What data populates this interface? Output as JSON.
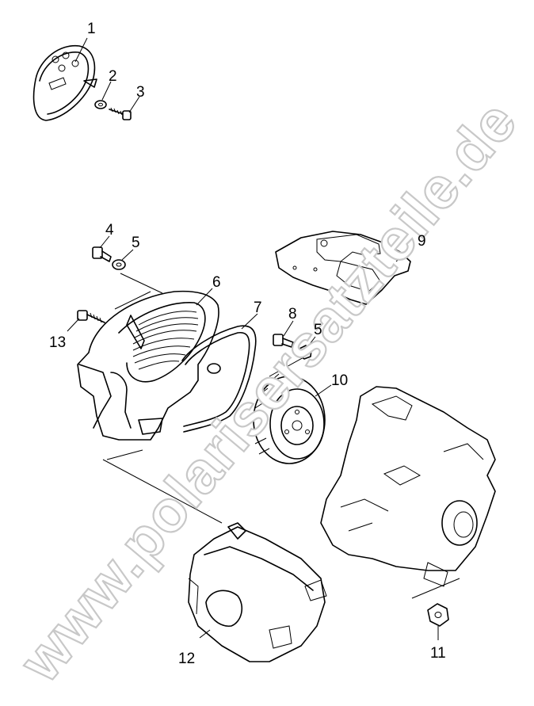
{
  "watermark": "www.polarisersatzteile.de",
  "callouts": [
    "1",
    "2",
    "3",
    "4",
    "5",
    "6",
    "7",
    "8",
    "5",
    "9",
    "10",
    "11",
    "12",
    "13"
  ]
}
